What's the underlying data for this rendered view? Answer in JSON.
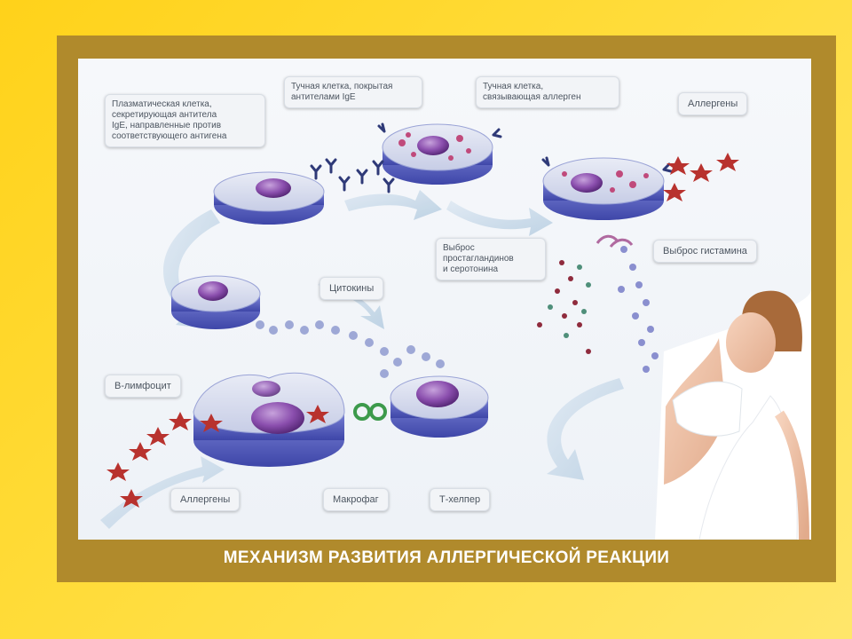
{
  "title": "МЕХАНИЗМ РАЗВИТИЯ АЛЛЕРГИЧЕСКОЙ РЕАКЦИИ",
  "labels": {
    "plasma_cell": "Плазматическая клетка,\nсекретирующая антитела\nIgE, направленные против\nсоответствующего антигена",
    "mast_cell_ige": "Тучная клетка, покрытая\nантителами IgE",
    "mast_cell_allergen": "Тучная клетка,\nсвязывающая аллерген",
    "allergens_top": "Аллергены",
    "prostaglandins": "Выброс\nпростагландинов\nи серотонина",
    "histamine": "Выброс гистамина",
    "cytokines": "Цитокины",
    "b_lymphocyte": "В-лимфоцит",
    "allergens_bottom": "Аллергены",
    "macrophage": "Макрофаг",
    "t_helper": "Т-хелпер"
  },
  "colors": {
    "background_yellow": "#ffd21a",
    "frame": "#b08a2c",
    "cell_membrane": "#5a63c4",
    "nucleus": "#7b3f9e",
    "allergen_star": "#b8322e",
    "antibody": "#2f3a78"
  },
  "icons": [
    "allergen-star-icon",
    "antibody-y-icon",
    "cytokine-dot-icon",
    "flow-arrow-icon"
  ]
}
